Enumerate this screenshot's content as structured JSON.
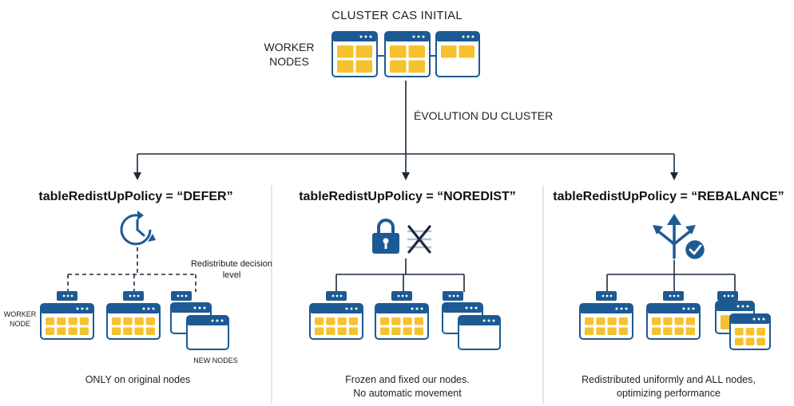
{
  "header": {
    "title": "CLUSTER CAS INITIAL",
    "worker_nodes_label": "WORKER\nNODES"
  },
  "evolution_label": "ÉVOLUTION DU CLUSTER",
  "panels": [
    {
      "policy": "tableRedistUpPolicy = “DEFER”",
      "icon": "clock-icon",
      "annotation": "Redistribute decision level",
      "worker_node_label": "WORKER NODE",
      "new_nodes_label": "NEW NODES",
      "caption": "ONLY on original nodes"
    },
    {
      "policy": "tableRedistUpPolicy = “NOREDIST”",
      "icon": "lock-icon",
      "caption_line1": "Frozen and fixed our nodes.",
      "caption_line2": "No automatic movement"
    },
    {
      "policy": "tableRedistUpPolicy = “REBALANCE”",
      "icon": "split-arrows-check-icon",
      "caption_line1": "Redistributed uniformly and ALL nodes,",
      "caption_line2": "optimizing performance"
    }
  ],
  "colors": {
    "primary": "#1d5a93",
    "dark_line": "#1b2a3d",
    "chunk": "#f5c22e",
    "divider": "#cfd6de"
  }
}
